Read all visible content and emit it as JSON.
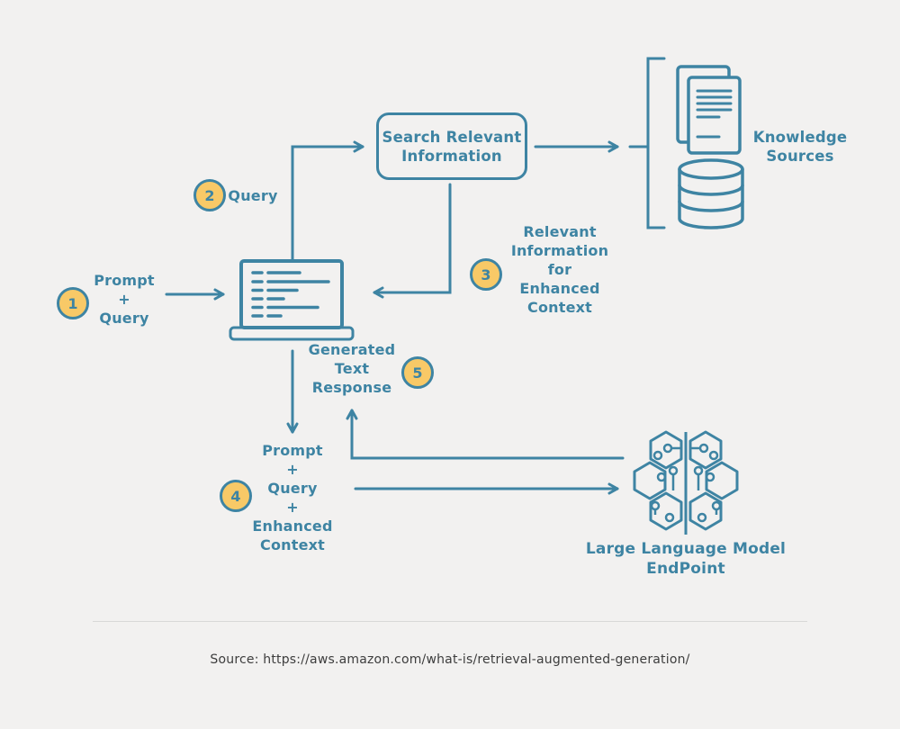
{
  "colors": {
    "teal": "#3e84a3",
    "yellow": "#f8c967",
    "bg": "#f2f1f0",
    "divider": "#d8d8d8",
    "source_text": "#3d3d3d"
  },
  "nodes": {
    "search_box": {
      "label": "Search Relevant\nInformation"
    },
    "knowledge_sources": {
      "label": "Knowledge\nSources"
    },
    "llm_endpoint": {
      "label": "Large Language Model\nEndPoint"
    }
  },
  "steps": [
    {
      "num": "1",
      "label": "Prompt\n+\nQuery"
    },
    {
      "num": "2",
      "label": "Query"
    },
    {
      "num": "3",
      "label": "Relevant\nInformation\nfor\nEnhanced\nContext"
    },
    {
      "num": "4",
      "label": "Prompt\n+\nQuery\n+\nEnhanced\nContext"
    },
    {
      "num": "5",
      "label": "Generated\nText\nResponse"
    }
  ],
  "footer": {
    "source": "Source: https://aws.amazon.com/what-is/retrieval-augmented-generation/"
  }
}
